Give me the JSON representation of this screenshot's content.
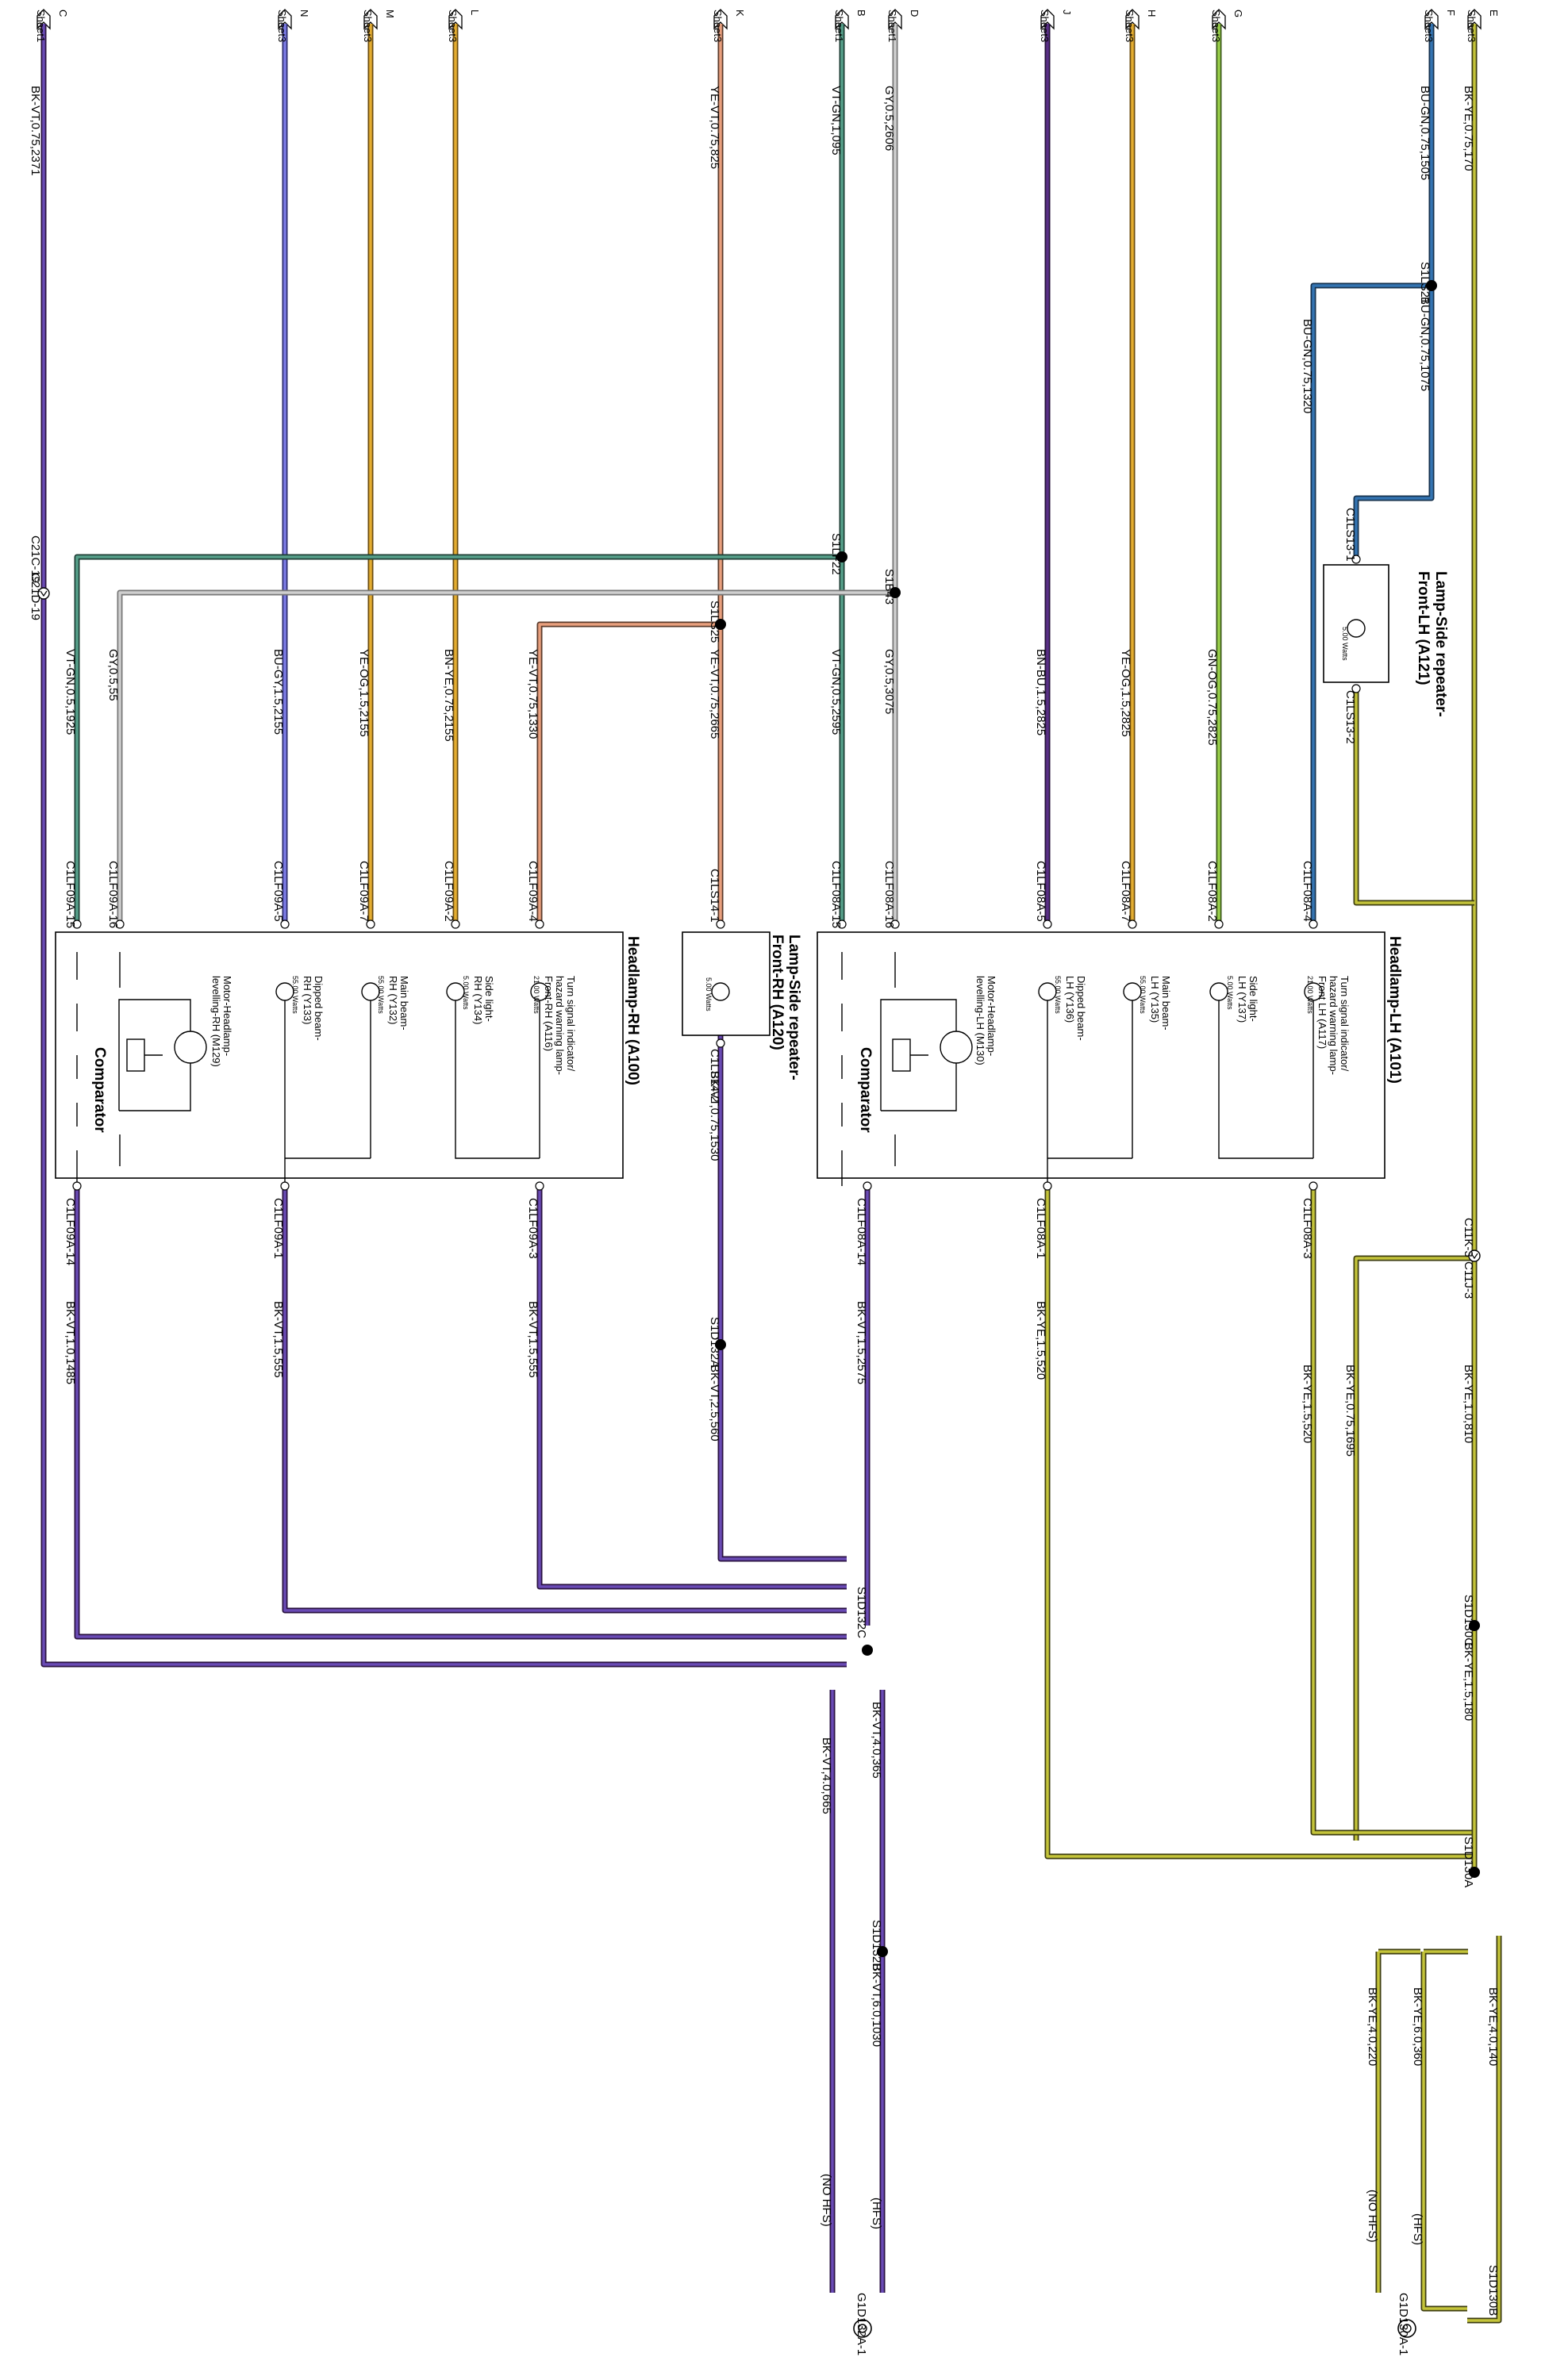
{
  "off_sheet": [
    {
      "letter": "C",
      "sheet": "Sheet1"
    },
    {
      "letter": "N",
      "sheet": "Sheet3"
    },
    {
      "letter": "M",
      "sheet": "Sheet3"
    },
    {
      "letter": "L",
      "sheet": "Sheet3"
    },
    {
      "letter": "K",
      "sheet": "Sheet3"
    },
    {
      "letter": "B",
      "sheet": "Sheet1"
    },
    {
      "letter": "D",
      "sheet": "Sheet1"
    },
    {
      "letter": "J",
      "sheet": "Sheet3"
    },
    {
      "letter": "H",
      "sheet": "Sheet3"
    },
    {
      "letter": "G",
      "sheet": "Sheet3"
    },
    {
      "letter": "F",
      "sheet": "Sheet3"
    },
    {
      "letter": "E",
      "sheet": "Sheet3"
    }
  ],
  "colors": {
    "violet": "#5b3b9e",
    "blue": "#2f6da8",
    "yellow": "#e0ab2d",
    "purple": "#4a2070",
    "orange": "#e48a3c",
    "gray": "#b5b5b5",
    "green": "#8cc63f",
    "bkye": "#b8b82e",
    "bkvt": "#5b3b9e",
    "vtgn": "#4a8a78",
    "bngy": "#7c7cd8"
  },
  "wires": {
    "C": "BK-VT,0.75,2371",
    "K": "YE-VT,0.75,825",
    "B": "VT-GN,1,095",
    "D": "GY,0.5,2606",
    "F": "BU-GN,0.75,1505",
    "E": "BK-YE,0.75,170",
    "s1ls21": "BU-GN,0.75,1075",
    "bugn_down": "BU-GN,0.75,1320",
    "vtgn_rh": "VT-GN,0.5,1925",
    "gy_rh": "GY,0.5,55",
    "bugy_rh": "BU-GY,1.5,2155",
    "yeog_rh": "YE-OG,1.5,2155",
    "bnye_rh": "BN-YE,0.75,2155",
    "yevt_rh": "YE-VT,0.75,1330",
    "yevt_s1ls25": "YE-VT,0.75,2665",
    "vtgn_lh": "VT-GN,0.5,2595",
    "gy_lh": "GY,0.5,3075",
    "bnbu_lh": "BN-BU,1.5,2825",
    "yeog_lh": "YE-OG,1.5,2825",
    "gnog_lh": "GN-OG,0.75,2825",
    "s1c132a_rep": "BK-VT,0.75,1530",
    "s1d132a": "BK-VT,2.5,560",
    "bkvt_14_rh": "BK-VT,1.0,1485",
    "bkvt_1_rh": "BK-VT,1.5,555",
    "bkvt_3_rh": "BK-VT,1.5,555",
    "bkvt_14_lh": "BK-VT,1.5,2575",
    "bkye_1_lh": "BK-YE,1.5,520",
    "bkye_3_lh": "BK-YE,1.5,520",
    "bkye_c11j": "BK-YE,0.75,1695",
    "bkye_e": "BK-YE,1.0,810",
    "bkye_s1d130c": "BK-YE,1.5,180",
    "bkvt_365": "BK-VT,4.0,365",
    "bkvt_665": "BK-VT,4.0,665",
    "bkvt_1030": "BK-VT,6.0,1030",
    "bkye_140": "BK-YE,4.0,140",
    "bkye_360": "BK-YE,6.0,360",
    "bkye_220": "BK-YE,4.0,220"
  },
  "splices": {
    "s1ls21": "S1LS21",
    "s1lf22": "S1LF22",
    "s1b43": "S1B43",
    "s1ls25": "S1LS25",
    "s1d132a": "S1D132A",
    "s1d132c": "S1D132C",
    "s1d132b": "S1D132B",
    "s1d130c": "S1D130C",
    "s1d130a": "S1D130A",
    "s1d130b": "S1D130B"
  },
  "connectors": {
    "c21c": "C21C-19",
    "c21d": "C21D-19",
    "c11k": "C11K-3",
    "c11j": "C11J-3",
    "c1ls13_1": "C1LS13-1",
    "c1ls13_2": "C1LS13-2",
    "c1ls14_1": "C1LS14-1",
    "c1ls14_2": "C1LS14-2",
    "rh_top": [
      "C1LF09A-15",
      "C1LF09A-16",
      "C1LF09A-5",
      "C1LF09A-7",
      "C1LF09A-2",
      "C1LF09A-4"
    ],
    "lh_top": [
      "C1LF08A-15",
      "C1LF08A-16",
      "C1LF08A-5",
      "C1LF08A-7",
      "C1LF08A-2",
      "C1LF08A-4"
    ],
    "rh_bot": [
      "C1LF09A-14",
      "C1LF09A-1",
      "C1LF09A-3"
    ],
    "lh_bot": [
      "C1LF08A-14",
      "C1LF08A-1",
      "C1LF08A-3"
    ]
  },
  "components": {
    "rh_title": "Headlamp-RH (A100)",
    "lh_title": "Headlamp-LH (A101)",
    "rep_lh_title1": "Lamp-Side repeater-",
    "rep_lh_title2": "Front-LH (A121)",
    "rep_rh_title1": "Lamp-Side repeater-",
    "rep_rh_title2": "Front-RH (A120)",
    "rep_watts": "5.00 Watts",
    "comparator": "Comparator",
    "rh_lamps": [
      {
        "l1": "Turn signal indicator/",
        "l2": "hazard warning lamp-",
        "l3": "Front-RH (A116)",
        "w": "21.00 Watts"
      },
      {
        "l1": "Side light-",
        "l2": "RH (Y134)",
        "l3": "",
        "w": "5.00 Watts"
      },
      {
        "l1": "Main beam-",
        "l2": "RH (Y132)",
        "l3": "",
        "w": "55.00 Watts"
      },
      {
        "l1": "Dipped beam-",
        "l2": "RH (Y133)",
        "l3": "",
        "w": "55.00 Watts"
      },
      {
        "l1": "Motor-Headlamp-",
        "l2": "levelling-RH (M129)",
        "l3": "",
        "w": ""
      }
    ],
    "lh_lamps": [
      {
        "l1": "Turn signal indicator/",
        "l2": "hazard warning lamp-",
        "l3": "Front LH (A117)",
        "w": "21.00 Watts"
      },
      {
        "l1": "Side light-",
        "l2": "LH (Y137)",
        "l3": "",
        "w": "5.00 Watts"
      },
      {
        "l1": "Main beam-",
        "l2": "LH (Y135)",
        "l3": "",
        "w": "55.00 Watts"
      },
      {
        "l1": "Dipped beam-",
        "l2": "LH (Y136)",
        "l3": "",
        "w": "55.00 Watts"
      },
      {
        "l1": "Motor-Headlamp-",
        "l2": "levelling-LH (M130)",
        "l3": "",
        "w": ""
      }
    ]
  },
  "grounds": {
    "g1": "G1D132A-1",
    "g2": "G1D130A-1"
  },
  "notes": {
    "hfs": "(HFS)",
    "nohfs": "(NO HFS)"
  }
}
